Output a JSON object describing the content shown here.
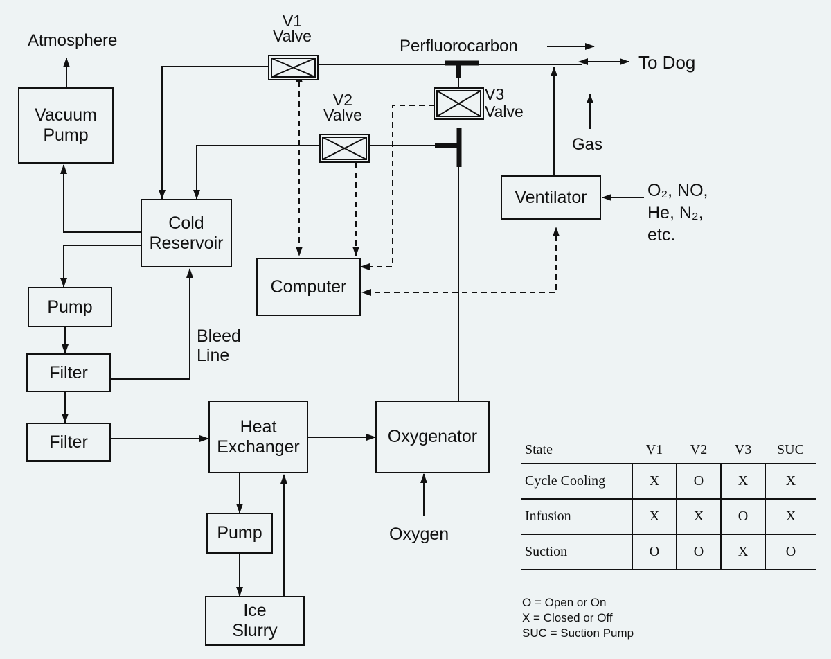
{
  "blocks": {
    "vacuum_pump": "Vacuum\nPump",
    "cold_reservoir": "Cold\nReservoir",
    "pump1": "Pump",
    "filter1": "Filter",
    "filter2": "Filter",
    "heat_exchanger": "Heat\nExchanger",
    "pump2": "Pump",
    "ice_slurry": "Ice\nSlurry",
    "oxygenator": "Oxygenator",
    "computer": "Computer",
    "ventilator": "Ventilator"
  },
  "valves": {
    "v1": "V1\nValve",
    "v2": "V2\nValve",
    "v3": "V3\nValve"
  },
  "labels": {
    "atmosphere": "Atmosphere",
    "perfluorocarbon": "Perfluorocarbon",
    "to_dog": "To Dog",
    "gas": "Gas",
    "gases_line1": "O₂, NO,",
    "gases_line2": "He, N₂,",
    "gases_line3": "etc.",
    "bleed_line": "Bleed\nLine",
    "oxygen": "Oxygen"
  },
  "state_table": {
    "headers": [
      "State",
      "V1",
      "V2",
      "V3",
      "SUC"
    ],
    "rows": [
      [
        "Cycle Cooling",
        "X",
        "O",
        "X",
        "X"
      ],
      [
        "Infusion",
        "X",
        "X",
        "O",
        "X"
      ],
      [
        "Suction",
        "O",
        "O",
        "X",
        "O"
      ]
    ]
  },
  "legend": [
    "O = Open or On",
    "X = Closed or Off",
    "SUC = Suction Pump"
  ]
}
